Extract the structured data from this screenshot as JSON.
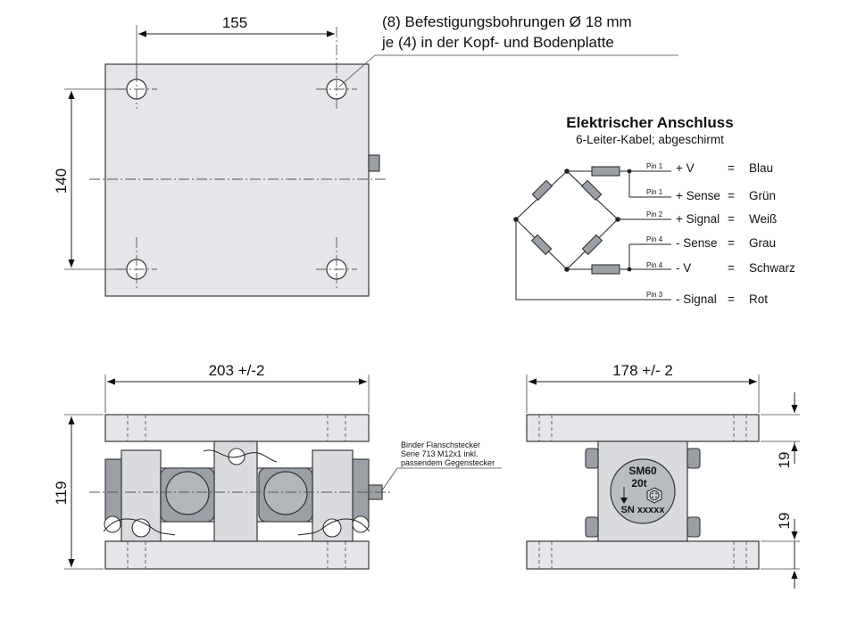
{
  "top_view": {
    "width_dim": "155",
    "height_dim": "140",
    "hole_note_line1": "(8) Befestigungsbohrungen Ø 18 mm",
    "hole_note_line2": "je (4) in der Kopf- und Bodenplatte"
  },
  "electrical": {
    "title": "Elektrischer Anschluss",
    "subtitle": "6-Leiter-Kabel; abgeschirmt",
    "pins": [
      {
        "pin": "Pin 1",
        "signal": "+ V",
        "eq": "=",
        "color": "Blau"
      },
      {
        "pin": "Pin 1",
        "signal": "+ Sense",
        "eq": "=",
        "color": "Grün"
      },
      {
        "pin": "Pin 2",
        "signal": "+ Signal",
        "eq": "=",
        "color": "Weiß"
      },
      {
        "pin": "Pin 4",
        "signal": "- Sense",
        "eq": "=",
        "color": "Grau"
      },
      {
        "pin": "Pin 4",
        "signal": "- V",
        "eq": "=",
        "color": "Schwarz"
      },
      {
        "pin": "Pin 3",
        "signal": "- Signal",
        "eq": "=",
        "color": "Rot"
      }
    ]
  },
  "front_view": {
    "width_dim": "203 +/-2",
    "height_dim": "119",
    "connector_note": [
      "Binder Flanschstecker",
      "Serie 713 M12x1 inkl.",
      "passendem Gegenstecker"
    ]
  },
  "side_view": {
    "width_dim": "178 +/- 2",
    "plate_top_dim": "19",
    "plate_bottom_dim": "19",
    "label_model": "SM60",
    "label_capacity": "20t",
    "label_serial": "SN xxxxx"
  }
}
